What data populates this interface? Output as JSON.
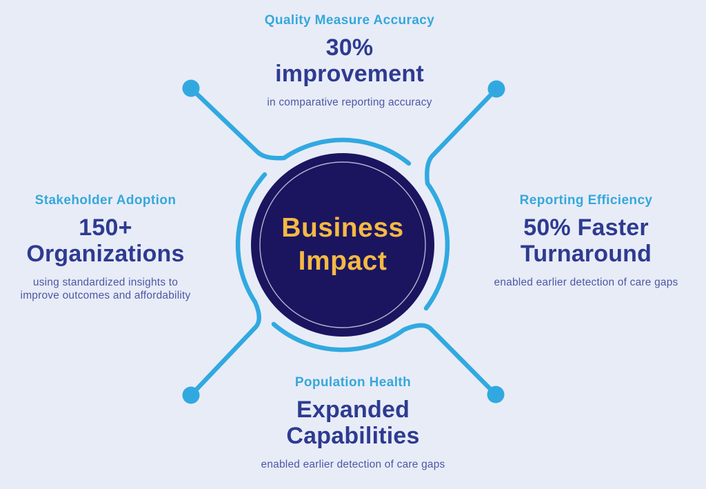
{
  "center": {
    "title": "Business\nImpact"
  },
  "quadrants": {
    "top": {
      "label": "Quality Measure Accuracy",
      "headline": "30%\nimprovement",
      "description": "in comparative reporting accuracy"
    },
    "left": {
      "label": "Stakeholder Adoption",
      "headline": "150+\nOrganizations",
      "description": "using standardized insights to\nimprove outcomes and affordability"
    },
    "right": {
      "label": "Reporting Efficiency",
      "headline": "50% Faster\nTurnaround",
      "description": "enabled earlier detection of care gaps"
    },
    "bottom": {
      "label": "Population Health",
      "headline": "Expanded\nCapabilities",
      "description": "enabled earlier detection of care gaps"
    }
  },
  "colors": {
    "background": "#E8ECF7",
    "connector_cyan": "#31A9E0",
    "label_cyan": "#35A8DB",
    "hub_navy": "#1B1560",
    "hub_gold": "#F5B944",
    "headline_indigo": "#2E3B90",
    "description_indigo": "#4C57A5",
    "inner_ring": "#CDD2E4"
  }
}
